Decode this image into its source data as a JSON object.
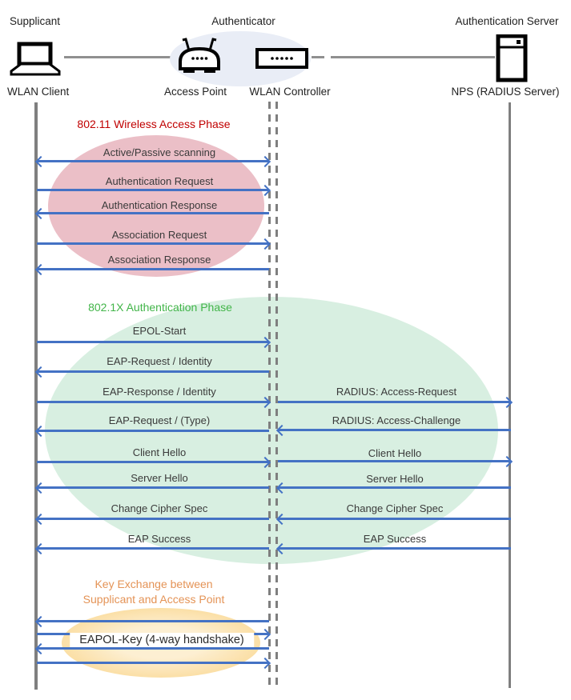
{
  "actors": {
    "roles": [
      "Supplicant",
      "Authenticator",
      "Authentication Server"
    ],
    "devices": [
      "WLAN Client",
      "Access Point",
      "WLAN Controller",
      "NPS (RADIUS Server)"
    ]
  },
  "phases": [
    {
      "title": "802.11 Wireless Access Phase",
      "title_color": "#C00000",
      "ellipse_color": "#EBBFC7"
    },
    {
      "title": "802.1X Authentication Phase",
      "title_color": "#42B549",
      "ellipse_color": "#D8EFE1"
    },
    {
      "title_line1": "Key Exchange between",
      "title_line2": "Supplicant and Access Point",
      "title_color": "#E49356",
      "ellipse_color": "#FBE3B4"
    }
  ],
  "messages": {
    "supplicant_to_authenticator": [
      {
        "label": "Active/Passive scanning",
        "direction": "both"
      },
      {
        "label": "Authentication Request",
        "direction": "right"
      },
      {
        "label": "Authentication Response",
        "direction": "left"
      },
      {
        "label": "Association Request",
        "direction": "right"
      },
      {
        "label": "Association Response",
        "direction": "left"
      },
      {
        "label": "EPOL-Start",
        "direction": "right"
      },
      {
        "label": "EAP-Request / Identity",
        "direction": "left"
      },
      {
        "label": "EAP-Response / Identity",
        "direction": "right"
      },
      {
        "label": "EAP-Request / (Type)",
        "direction": "left"
      },
      {
        "label": "Client Hello",
        "direction": "right"
      },
      {
        "label": "Server Hello",
        "direction": "left"
      },
      {
        "label": "Change Cipher Spec",
        "direction": "left"
      },
      {
        "label": "EAP Success",
        "direction": "left"
      }
    ],
    "authenticator_to_server": [
      {
        "label": "RADIUS: Access-Request",
        "direction": "right"
      },
      {
        "label": "RADIUS: Access-Challenge",
        "direction": "left"
      },
      {
        "label": "Client Hello",
        "direction": "right"
      },
      {
        "label": "Server Hello",
        "direction": "left"
      },
      {
        "label": "Change Cipher Spec",
        "direction": "left"
      },
      {
        "label": "EAP Success",
        "direction": "left"
      }
    ],
    "key_exchange": {
      "label": "EAPOL-Key (4-way handshake)",
      "arrow_directions": [
        "left",
        "right",
        "left",
        "right"
      ]
    }
  },
  "colors": {
    "arrow": "#4472C4",
    "lifeline": "#7F7F7F",
    "connector": "#909090",
    "message_text": "#3A3A3A",
    "authenticator_highlight": "#E9EDF6"
  }
}
